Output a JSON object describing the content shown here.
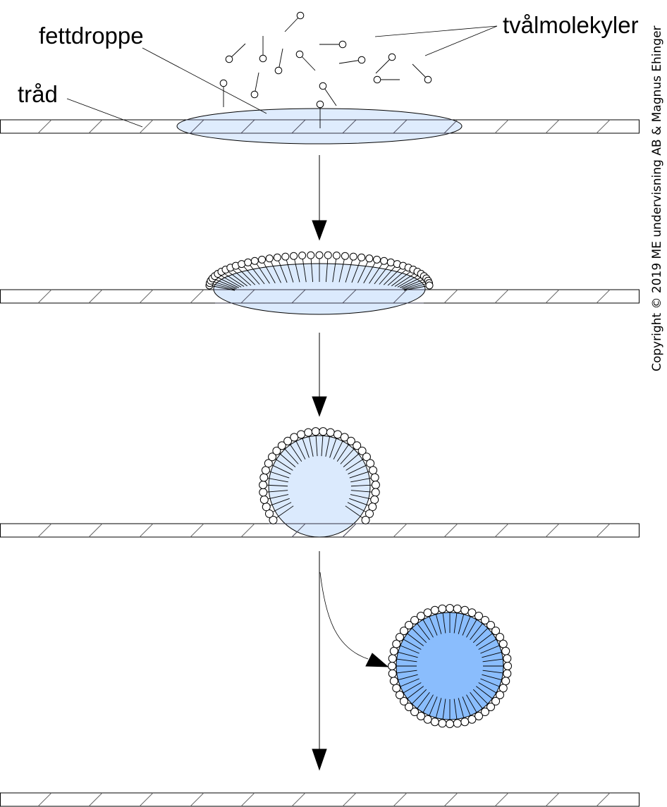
{
  "labels": {
    "fat_droplet": "fettdroppe",
    "thread": "tråd",
    "soap_molecules": "tvålmolekyler"
  },
  "copyright": "Copyright © 2019 ME undervisning AB & Magnus Ehinger",
  "colors": {
    "droplet_light": "#dbeafd",
    "micelle_fill": "#8abdfd",
    "stroke": "#000000",
    "hatch": "#666666"
  },
  "stages": [
    {
      "id": "stage-1",
      "description_icon": "thread-with-fat-droplet"
    },
    {
      "id": "stage-2",
      "description_icon": "soap-covered-droplet"
    },
    {
      "id": "stage-3",
      "description_icon": "rounding-droplet"
    },
    {
      "id": "stage-4",
      "description_icon": "released-micelle"
    },
    {
      "id": "stage-5",
      "description_icon": "clean-thread"
    }
  ]
}
